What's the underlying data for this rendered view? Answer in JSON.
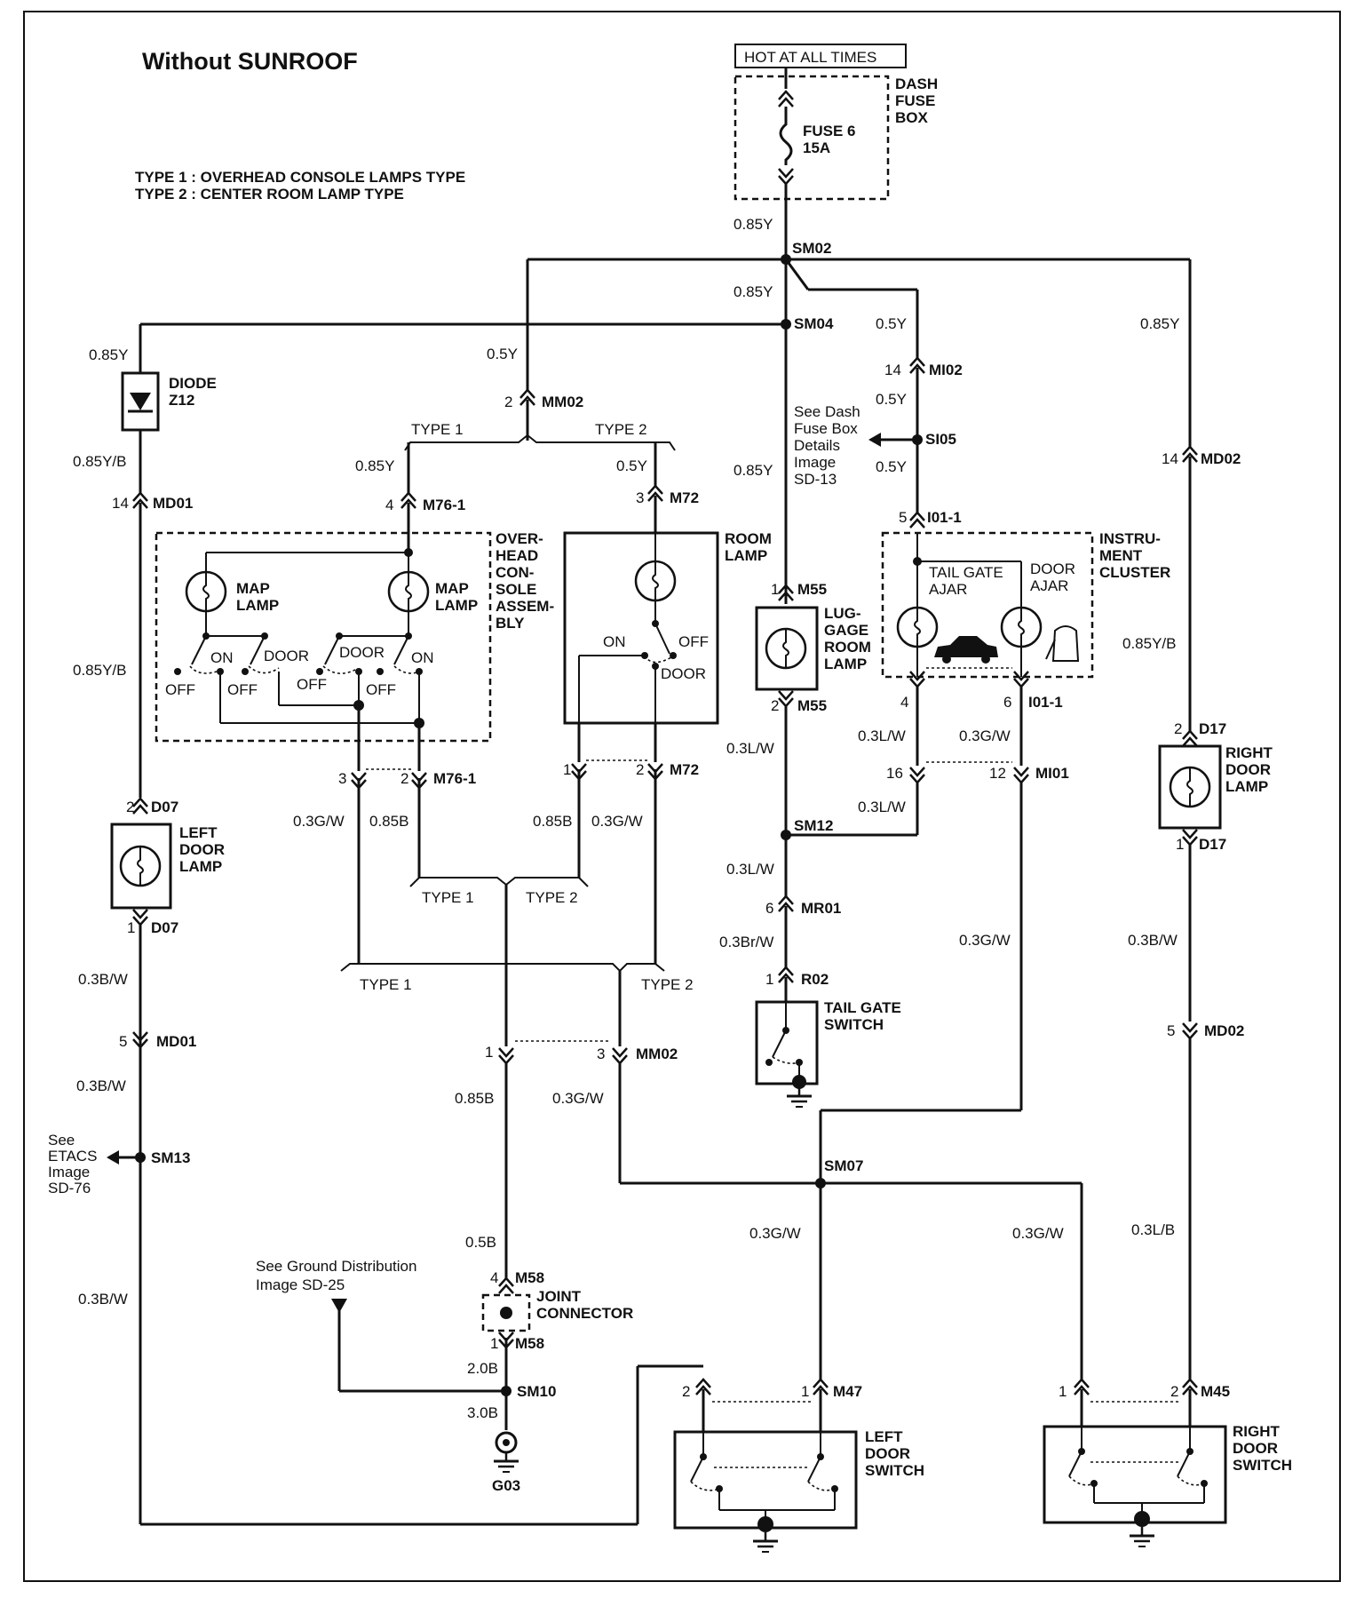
{
  "title": "Without SUNROOF",
  "type_notes": [
    "TYPE 1 : OVERHEAD CONSOLE LAMPS TYPE",
    "TYPE 2 : CENTER ROOM LAMP TYPE"
  ],
  "power": {
    "hot_label": "HOT AT ALL TIMES",
    "fuse_box": [
      "DASH",
      "FUSE",
      "BOX"
    ],
    "fuse": [
      "FUSE 6",
      "15A"
    ]
  },
  "splices": {
    "sm02": "SM02",
    "sm04": "SM04",
    "si05": "SI05",
    "sm12": "SM12",
    "sm07": "SM07",
    "sm13": "SM13",
    "sm10": "SM10"
  },
  "connectors": {
    "mm02": "MM02",
    "mi02": "MI02",
    "md02": "MD02",
    "md01": "MD01",
    "m76_1": "M76-1",
    "m72": "M72",
    "m55": "M55",
    "i01_1": "I01-1",
    "d17": "D17",
    "d07": "D07",
    "mi01": "MI01",
    "mr01": "MR01",
    "r02": "R02",
    "m58": "M58",
    "m47": "M47",
    "m45": "M45"
  },
  "pins": {
    "p1": "1",
    "p2": "2",
    "p3": "3",
    "p4": "4",
    "p5": "5",
    "p6": "6",
    "p12": "12",
    "p14": "14",
    "p16": "16"
  },
  "wires": {
    "w085y": "0.85Y",
    "w05y": "0.5Y",
    "w085yb": "0.85Y/B",
    "w03gw": "0.3G/W",
    "w085b": "0.85B",
    "w03lw": "0.3L/W",
    "w03brw": "0.3Br/W",
    "w03bw": "0.3B/W",
    "w05b": "0.5B",
    "w20b": "2.0B",
    "w30b": "3.0B",
    "w03lb": "0.3L/B"
  },
  "types": {
    "type1": "TYPE 1",
    "type2": "TYPE 2"
  },
  "components": {
    "diode": [
      "DIODE",
      "Z12"
    ],
    "overhead_console": [
      "OVER-",
      "HEAD",
      "CON-",
      "SOLE",
      "ASSEM-",
      "BLY"
    ],
    "map_lamp": [
      "MAP",
      "LAMP"
    ],
    "room_lamp": [
      "ROOM",
      "LAMP"
    ],
    "luggage_lamp": [
      "LUG-",
      "GAGE",
      "ROOM",
      "LAMP"
    ],
    "instrument_cluster": [
      "INSTRU-",
      "MENT",
      "CLUSTER"
    ],
    "tail_gate_ajar": [
      "TAIL GATE",
      "AJAR"
    ],
    "door_ajar": [
      "DOOR",
      "AJAR"
    ],
    "left_door_lamp": [
      "LEFT",
      "DOOR",
      "LAMP"
    ],
    "right_door_lamp": [
      "RIGHT",
      "DOOR",
      "LAMP"
    ],
    "tail_gate_switch": [
      "TAIL GATE",
      "SWITCH"
    ],
    "joint_connector": [
      "JOINT",
      "CONNECTOR"
    ],
    "left_door_switch": [
      "LEFT",
      "DOOR",
      "SWITCH"
    ],
    "right_door_switch": [
      "RIGHT",
      "DOOR",
      "SWITCH"
    ],
    "ground": "G03"
  },
  "switch_positions": {
    "on": "ON",
    "off": "OFF",
    "door": "DOOR"
  },
  "references": {
    "dash_fuse": [
      "See Dash",
      "Fuse Box",
      "Details",
      "Image",
      "SD-13"
    ],
    "etacs": [
      "See",
      "ETACS",
      "Image",
      "SD-76"
    ],
    "ground_dist": [
      "See Ground Distribution",
      "Image SD-25"
    ]
  }
}
